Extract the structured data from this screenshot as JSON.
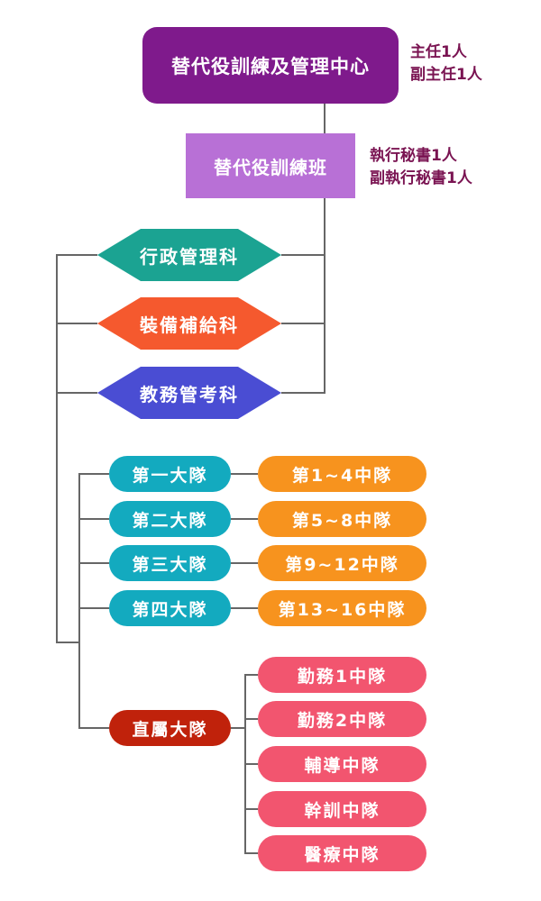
{
  "center": {
    "title": "替代役訓練及管理中心",
    "staff": [
      "主任1人",
      "副主任1人"
    ]
  },
  "class": {
    "title": "替代役訓練班",
    "staff": [
      "執行秘書1人",
      "副執行秘書1人"
    ]
  },
  "sections": [
    {
      "label": "行政管理科",
      "color": "#1ba392"
    },
    {
      "label": "裝備補給科",
      "color": "#f5592e"
    },
    {
      "label": "教務管考科",
      "color": "#4a4dd3"
    }
  ],
  "battalions": [
    {
      "label": "第一大隊",
      "companies": "第1~4中隊"
    },
    {
      "label": "第二大隊",
      "companies": "第5~8中隊"
    },
    {
      "label": "第三大隊",
      "companies": "第9~12中隊"
    },
    {
      "label": "第四大隊",
      "companies": "第13~16中隊"
    }
  ],
  "direct": {
    "label": "直屬大隊",
    "companies": [
      "勤務1中隊",
      "勤務2中隊",
      "輔導中隊",
      "幹訓中隊",
      "醫療中隊"
    ]
  },
  "colors": {
    "center": "#7f1a8c",
    "class": "#b870d6",
    "battalion": "#13aabf",
    "company": "#f7931e",
    "direct": "#c0220b",
    "direct_company": "#f2556f"
  }
}
